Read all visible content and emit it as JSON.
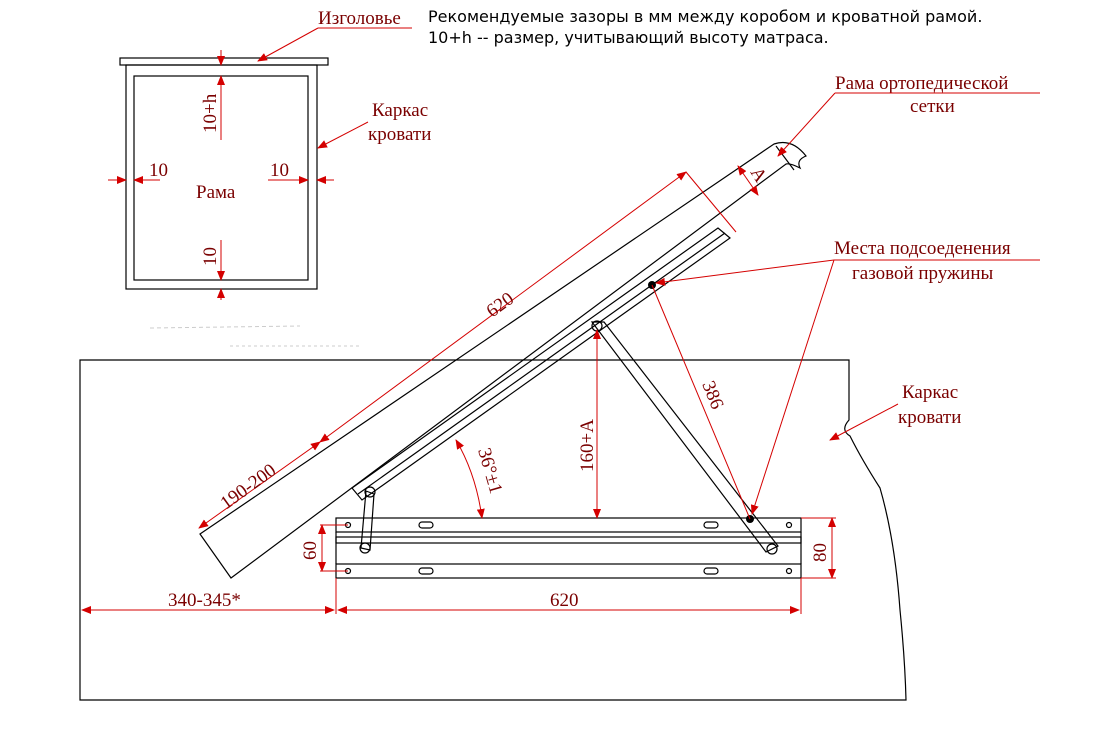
{
  "note": {
    "line1": "Рекомендуемые зазоры в мм между коробом и кроватной рамой.",
    "line2": "10+h -- размер, учитывающий высоту матраса."
  },
  "plan": {
    "head_label": "Изголовье",
    "frame_label": "Каркас кровати",
    "frame_line1": "Каркас",
    "frame_line2": "кровати",
    "center_label": "Рама",
    "gap_top": "10+h",
    "gap_left": "10",
    "gap_right": "10",
    "gap_bottom": "10"
  },
  "side": {
    "grid_frame_line1": "Рама ортопедической",
    "grid_frame_line2": "сетки",
    "spring_line1": "Места подсоеденения",
    "spring_line2": "газовой пружины",
    "bed_frame_line1": "Каркас",
    "bed_frame_line2": "кровати",
    "dim_frame_length": "620",
    "dim_offset": "190-200",
    "dim_A": "A",
    "dim_spring": "386",
    "dim_angle": "36°±1",
    "dim_height": "160+A",
    "dim_rail_height_60": "60",
    "dim_rail_height_80": "80",
    "dim_base_offset": "340-345*",
    "dim_rail_length": "620"
  },
  "colors": {
    "annotation": "#7a0000",
    "dimension_line": "#d40000",
    "drawing": "#000000"
  }
}
